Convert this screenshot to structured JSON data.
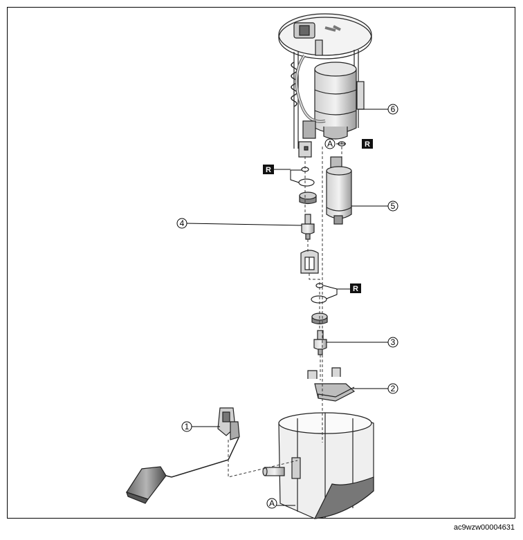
{
  "diagram": {
    "callouts": [
      {
        "id": "1",
        "label": "1"
      },
      {
        "id": "2",
        "label": "2"
      },
      {
        "id": "3",
        "label": "3"
      },
      {
        "id": "4",
        "label": "4"
      },
      {
        "id": "5",
        "label": "5"
      },
      {
        "id": "6",
        "label": "6"
      }
    ],
    "reference_marks": {
      "a_label": "A"
    },
    "replace_marks": {
      "label": "R"
    }
  },
  "caption": "ac9wzw00004631"
}
